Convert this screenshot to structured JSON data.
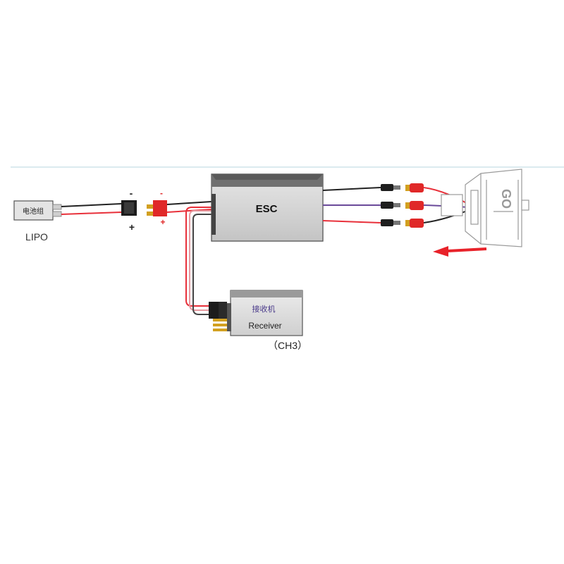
{
  "battery": {
    "box_label": "电池组",
    "name": "LIPO"
  },
  "connector_signs": {
    "minus_left": "-",
    "plus_left": "+",
    "minus_right": "-",
    "plus_right": "+"
  },
  "esc": {
    "label": "ESC"
  },
  "receiver": {
    "label_cn": "接收机",
    "label_en": "Receiver",
    "channel": "（CH3）"
  },
  "motor": {
    "logo": "GO"
  },
  "colors": {
    "red_wire": "#e8303a",
    "black_wire": "#222222",
    "purple_wire": "#6a4a9a",
    "arrow": "#e8222a",
    "box_fill": "#dcdcdc",
    "box_stroke": "#666666"
  }
}
